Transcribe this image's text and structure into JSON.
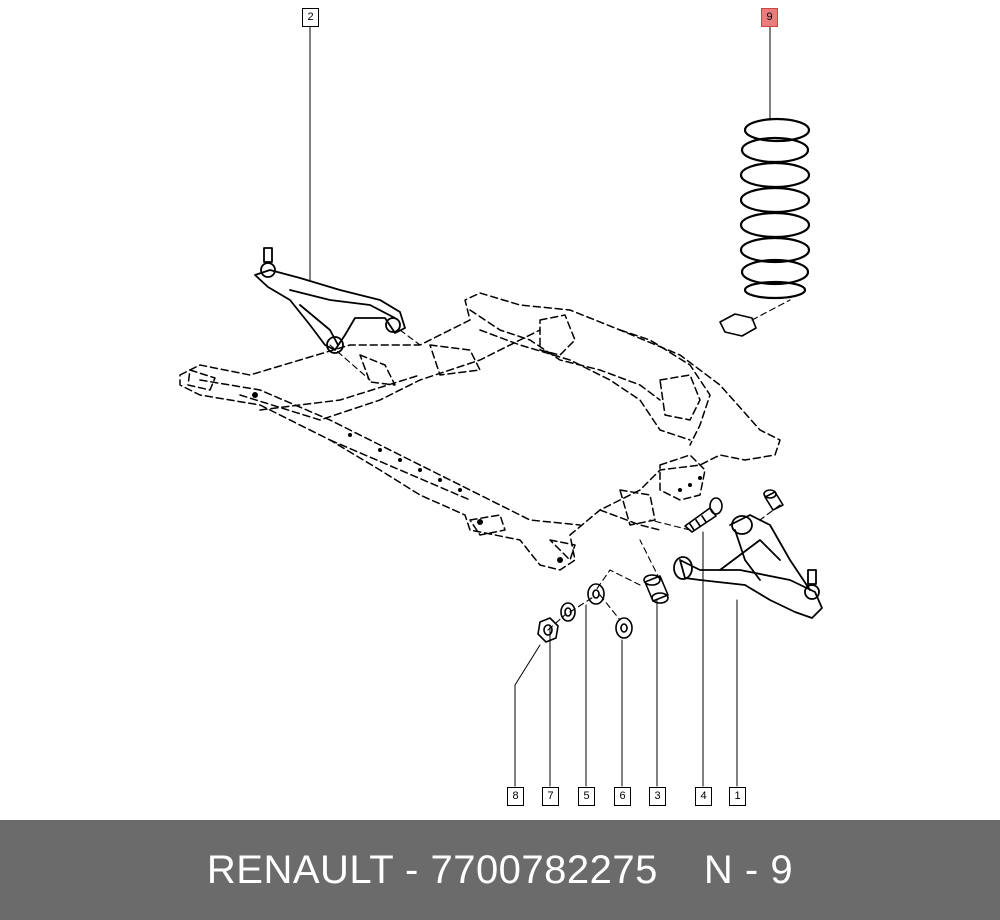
{
  "callouts": {
    "c1": "1",
    "c2": "2",
    "c3": "3",
    "c4": "4",
    "c5": "5",
    "c6": "6",
    "c7": "7",
    "c8": "8",
    "c9": "9"
  },
  "highlight_color": "#e87d7d",
  "footer": {
    "brand_part": "RENAULT - 7700782275",
    "position": "N - 9",
    "background": "#6b6b6b"
  }
}
